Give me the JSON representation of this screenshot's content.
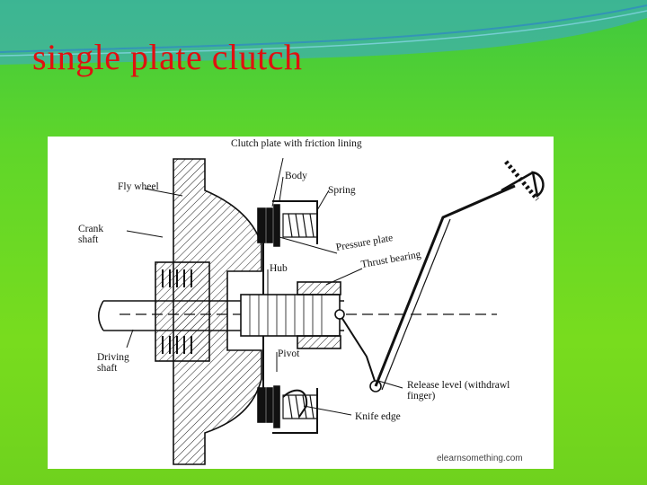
{
  "slide": {
    "title": "single plate clutch"
  },
  "diagram": {
    "labels": {
      "clutch_plate": "Clutch plate with friction lining",
      "fly_wheel": "Fly wheel",
      "body": "Body",
      "spring": "Spring",
      "crank_shaft": "Crank shaft",
      "pressure_plate": "Pressure plate",
      "thrust_bearing": "Thrust bearing",
      "hub": "Hub",
      "driving_shaft": "Driving shaft",
      "pivot": "Pivot",
      "release_lever": "Release level (withdrawl finger)",
      "knife_edge": "Knife edge"
    },
    "credit": "elearnsomething.com"
  },
  "colors": {
    "title": "#e01010",
    "background": "#66d624",
    "ink": "#111111"
  }
}
